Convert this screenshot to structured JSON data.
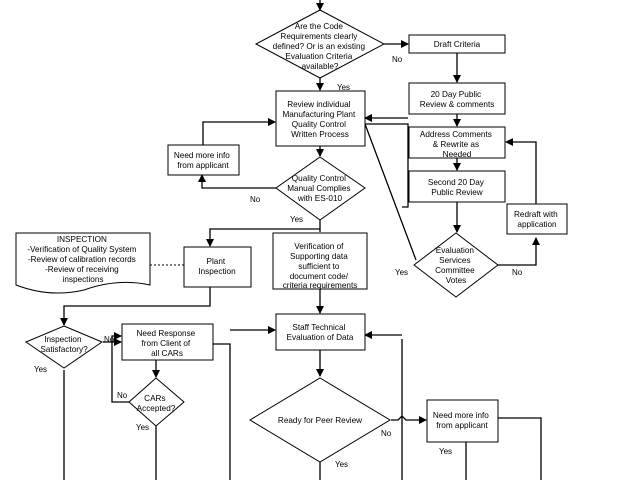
{
  "nodes": {
    "d1": [
      "Are the Code",
      "Requirements clearly",
      "defined? Or is an existing",
      "Evaluation Criteria",
      "available?"
    ],
    "draft": [
      "Draft Criteria"
    ],
    "public20": [
      "20 Day Public",
      "Review & comments"
    ],
    "review_process": [
      "Review individual",
      "Manufacturing Plant",
      "Quality Control",
      "Written Process"
    ],
    "address": [
      "Address Comments",
      "& Rewrite as",
      "Needed"
    ],
    "need_info_1": [
      "Need more info",
      "from applicant"
    ],
    "second20": [
      "Second 20 Day",
      "Public Review"
    ],
    "qc_manual": [
      "Quality Control",
      "Manual Complies",
      "with ES-010"
    ],
    "redraft": [
      "Redraft with",
      "application"
    ],
    "inspection_note": [
      "INSPECTION",
      "-Verification of Quality System",
      "-Review of calibration records",
      "-Review of receiving",
      "inspections"
    ],
    "plant_inspection": [
      "Plant",
      "Inspection"
    ],
    "verification": [
      "Verification of",
      "Supporting data",
      "sufficient to",
      "document code/",
      "criteria requirements"
    ],
    "committee": [
      "Evaluation",
      "Services",
      "Committee",
      "Votes"
    ],
    "insp_sat": [
      "Inspection",
      "Satisfactory?"
    ],
    "need_response": [
      "Need Response",
      "from Client of",
      "all CARs"
    ],
    "staff_eval": [
      "Staff Technical",
      "Evaluation of Data"
    ],
    "cars": [
      "CARs",
      "Accepted?"
    ],
    "peer": [
      "Ready for Peer Review"
    ],
    "need_info_2": [
      "Need more info",
      "from applicant"
    ]
  },
  "edge_labels": {
    "no_draft": "No",
    "yes_review": "Yes",
    "no_qc": "No",
    "yes_qc": "Yes",
    "yes_committee": "Yes",
    "no_committee": "No",
    "no_insp": "No",
    "yes_insp": "Yes",
    "no_cars": "No",
    "yes_cars": "Yes",
    "no_peer": "No",
    "yes_peer": "Yes",
    "yes_need_info": "Yes"
  }
}
